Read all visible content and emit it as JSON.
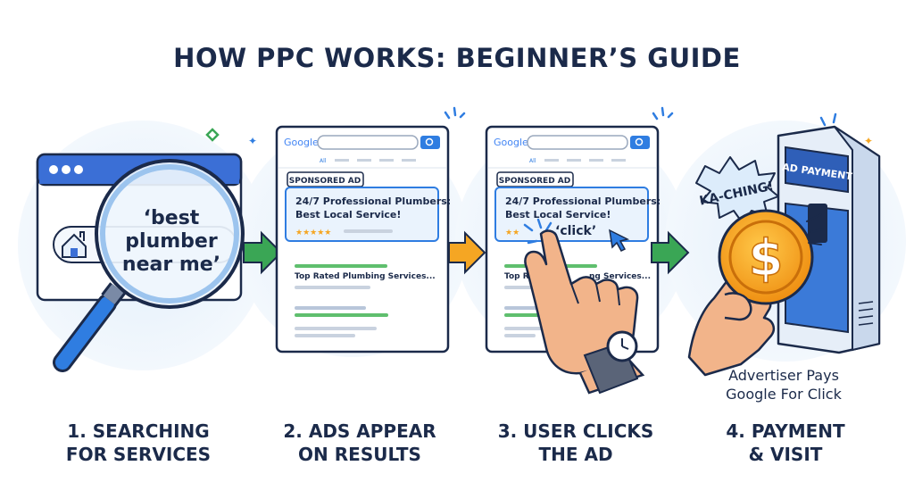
{
  "title": "HOW PPC WORKS: BEGINNER’S GUIDE",
  "panel1": {
    "query_line1": "‘best",
    "query_line2": "plumber",
    "query_line3": "near me’"
  },
  "panel2": {
    "google_logo": "Google",
    "tab_label": "All",
    "sponsored_label": "SPONSORED AD",
    "ad_line1": "24/7 Professional Plumbers:",
    "ad_line2": "Best Local Service!",
    "stars": "★★★★★",
    "organic_title": "Top Rated Plumbing Services..."
  },
  "panel3": {
    "google_logo": "Google",
    "tab_label": "All",
    "sponsored_label": "SPONSORED AD",
    "ad_line1": "24/7 Professional Plumbers:",
    "ad_line2": "Best Local Service!",
    "stars": "★★",
    "click_label": "‘click’",
    "organic_title_a": "Top Rated P",
    "organic_title_b": "ng Services..."
  },
  "panel4": {
    "machine_label": "AD PAYMENT",
    "burst_text": "KA-CHING!",
    "coin_symbol": "$",
    "caption_line1": "Advertiser Pays",
    "caption_line2": "Google For Click"
  },
  "steps": [
    "1. SEARCHING\nFOR SERVICES",
    "2. ADS APPEAR\nON RESULTS",
    "3. USER CLICKS\nTHE AD",
    "4. PAYMENT\n& VISIT"
  ],
  "colors": {
    "navy": "#1b2a4a",
    "blue": "#2f7de1",
    "green_arrow": "#3aa655",
    "orange_arrow": "#f5a623",
    "coin": "#f7a21b",
    "skin": "#f2b48a"
  }
}
